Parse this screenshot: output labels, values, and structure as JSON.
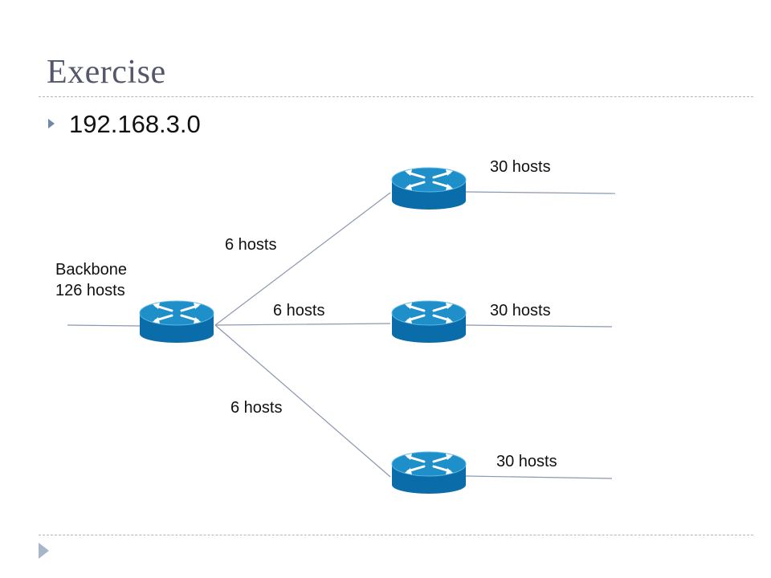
{
  "slide": {
    "title": "Exercise",
    "bullet": "192.168.3.0"
  },
  "labels": {
    "backbone_line1": "Backbone",
    "backbone_line2": "126 hosts",
    "link_top": "6 hosts",
    "link_middle": "6 hosts",
    "link_bottom": "6 hosts",
    "lan_top": "30 hosts",
    "lan_middle": "30 hosts",
    "lan_bottom": "30 hosts"
  },
  "icons": {
    "router": "router-icon",
    "bullet": "bullet-triangle-icon",
    "footer": "footer-triangle-icon"
  },
  "colors": {
    "router_top": "#1f8fc9",
    "router_side": "#0a6ca8",
    "link_line": "#8a98b0",
    "title_text": "#54576a",
    "rule": "#a9b7c6"
  }
}
